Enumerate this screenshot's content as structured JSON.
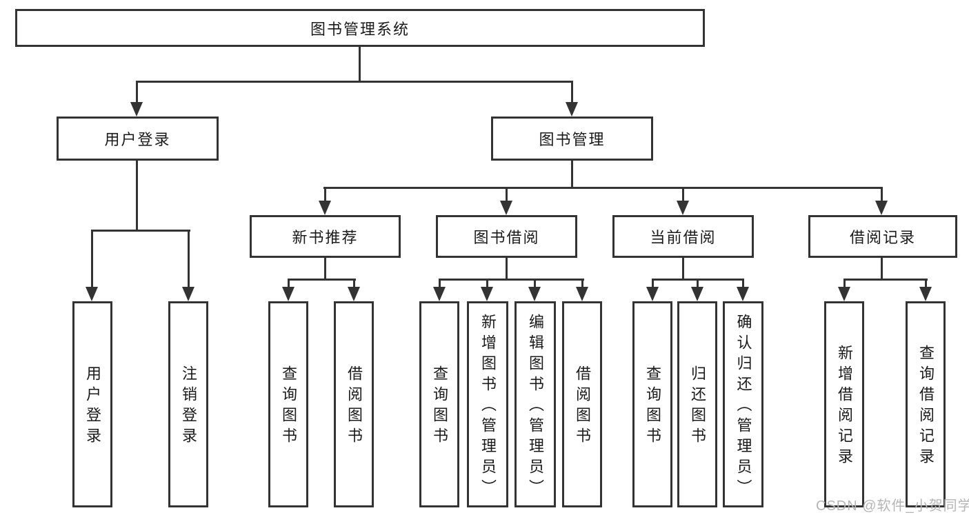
{
  "diagram_title": "图书管理系统",
  "tree": {
    "root": {
      "label": "图书管理系统",
      "children": [
        {
          "label": "用户登录",
          "children": [
            {
              "label": "用户登录"
            },
            {
              "label": "注销登录"
            }
          ]
        },
        {
          "label": "图书管理",
          "children": [
            {
              "label": "新书推荐",
              "children": [
                {
                  "label": "查询图书"
                },
                {
                  "label": "借阅图书"
                }
              ]
            },
            {
              "label": "图书借阅",
              "children": [
                {
                  "label": "查询图书"
                },
                {
                  "label": "新增图书（管理员）"
                },
                {
                  "label": "编辑图书（管理员）"
                },
                {
                  "label": "借阅图书"
                }
              ]
            },
            {
              "label": "当前借阅",
              "children": [
                {
                  "label": "查询图书"
                },
                {
                  "label": "归还图书"
                },
                {
                  "label": "确认归还（管理员）"
                }
              ]
            },
            {
              "label": "借阅记录",
              "children": [
                {
                  "label": "新增借阅记录"
                },
                {
                  "label": "查询借阅记录"
                }
              ]
            }
          ]
        }
      ]
    }
  },
  "watermark": {
    "text": "CSDN @软件_小贺同学"
  },
  "colors": {
    "line": "#333333",
    "text": "#1a1a1a",
    "watermark": "#b5b5b5",
    "background": "#ffffff"
  }
}
